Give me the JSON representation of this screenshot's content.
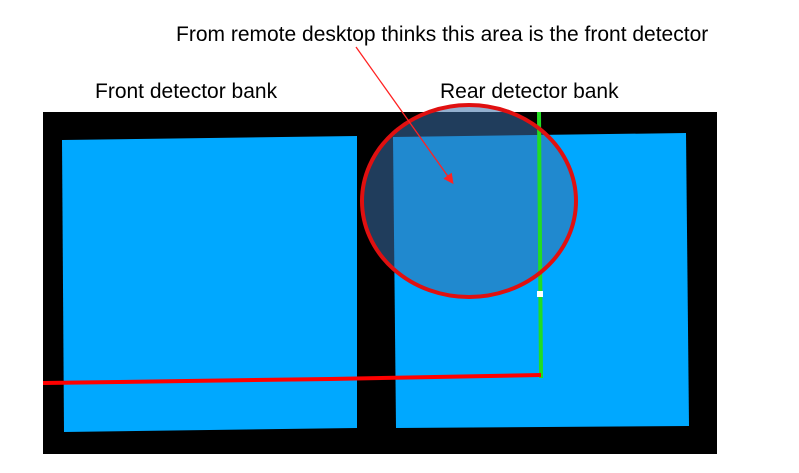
{
  "annotations": {
    "callout_text": "From remote desktop thinks this area is the front detector",
    "front_bank_label": "Front detector bank",
    "rear_bank_label": "Rear detector bank"
  },
  "colors": {
    "detector_fill": "#00a8ff",
    "viewport_background": "#000000",
    "highlight_circle_stroke": "#e01010",
    "beam_line": "#ff0000",
    "axis_line": "#22dd22",
    "circle_overlay": "#3a6fa8",
    "arrow": "#ff2222"
  },
  "icons": [
    "highlight-circle",
    "annotation-arrow",
    "beam-axis-line",
    "vertical-axis-line"
  ]
}
